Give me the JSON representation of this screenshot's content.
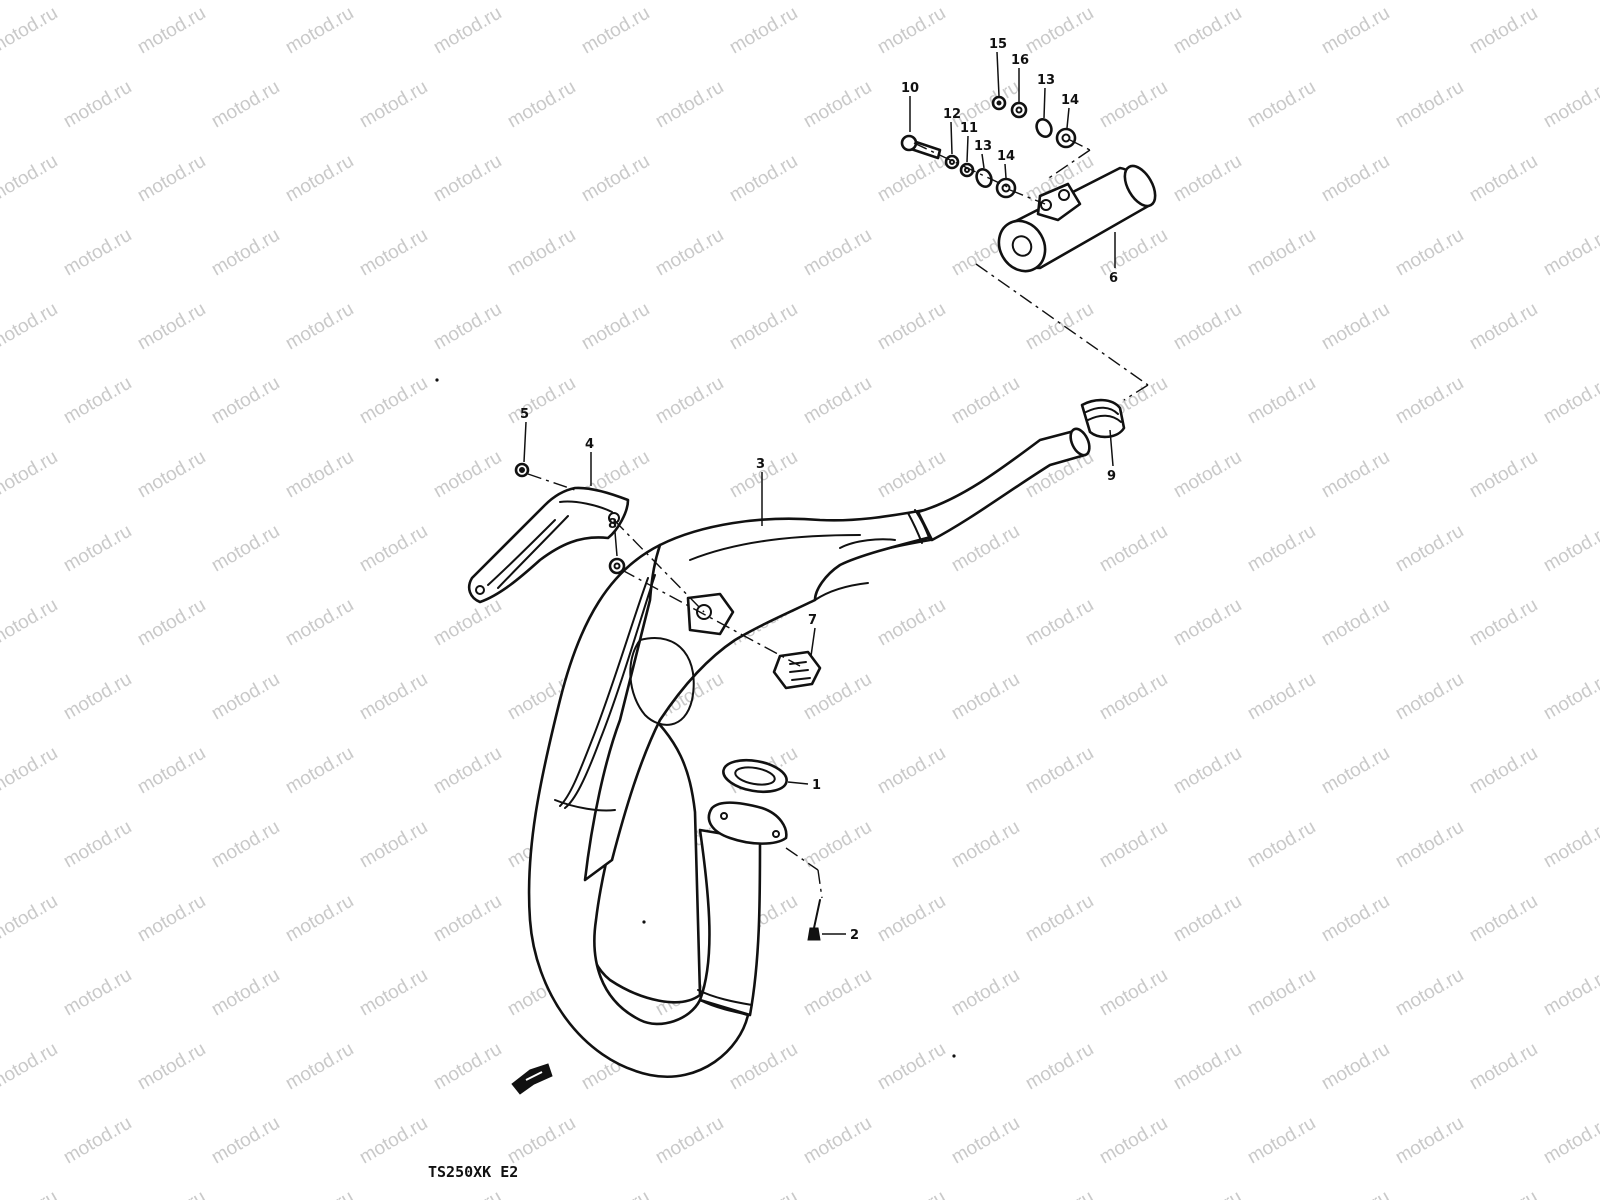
{
  "watermark": {
    "text": "motod.ru"
  },
  "diagram": {
    "model_code": "TS250XK  E2",
    "callouts": {
      "c1": "1",
      "c2": "2",
      "c3": "3",
      "c4": "4",
      "c5": "5",
      "c6": "6",
      "c7": "7",
      "c8": "8",
      "c9": "9",
      "c10": "10",
      "c11": "11",
      "c12": "12",
      "c13a": "13",
      "c13b": "13",
      "c14a": "14",
      "c14b": "14",
      "c15": "15",
      "c16": "16"
    }
  },
  "colors": {
    "line": "#111111",
    "watermark": "#c9c9c9",
    "background": "#ffffff"
  }
}
